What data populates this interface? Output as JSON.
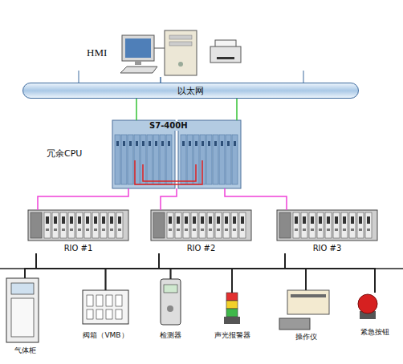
{
  "diagram": {
    "nodes": [
      {
        "text": [
          "HMI"
        ]
      },
      {
        "text": [
          "以太网"
        ]
      },
      {
        "text": [
          "S7-400H",
          "冗余CPU"
        ]
      },
      {
        "text": [
          "RIO #1"
        ]
      },
      {
        "text": [
          "RIO #2"
        ]
      },
      {
        "text": [
          "RIO #3"
        ]
      },
      {
        "text": [
          "气体柜"
        ]
      },
      {
        "text": [
          "阀箱（VMB）"
        ]
      },
      {
        "text": [
          "检测器"
        ]
      },
      {
        "text": [
          "声光报警器"
        ]
      },
      {
        "text": [
          "操作仪"
        ]
      },
      {
        "text": [
          "紧急按钮"
        ]
      }
    ],
    "edges": [
      {
        "from": 0,
        "to": 1,
        "arrow": "none"
      },
      {
        "from": 1,
        "to": 2,
        "arrow": "none"
      },
      {
        "from": 1,
        "to": 2,
        "arrow": "none"
      },
      {
        "from": 2,
        "to": 3,
        "arrow": "none"
      },
      {
        "from": 2,
        "to": 4,
        "arrow": "none"
      },
      {
        "from": 2,
        "to": 5,
        "arrow": "none"
      },
      {
        "from": 3,
        "to": 6,
        "arrow": "none"
      },
      {
        "from": 3,
        "to": 7,
        "arrow": "none"
      },
      {
        "from": 3,
        "to": 8,
        "arrow": "none"
      },
      {
        "from": 3,
        "to": 9,
        "arrow": "none"
      },
      {
        "from": 3,
        "to": 10,
        "arrow": "none"
      },
      {
        "from": 3,
        "to": 11,
        "arrow": "none"
      },
      {
        "from": 4,
        "to": 6,
        "arrow": "none"
      },
      {
        "from": 4,
        "to": 7,
        "arrow": "none"
      },
      {
        "from": 4,
        "to": 8,
        "arrow": "none"
      },
      {
        "from": 4,
        "to": 9,
        "arrow": "none"
      },
      {
        "from": 4,
        "to": 10,
        "arrow": "none"
      },
      {
        "from": 4,
        "to": 11,
        "arrow": "none"
      },
      {
        "from": 5,
        "to": 6,
        "arrow": "none"
      },
      {
        "from": 5,
        "to": 7,
        "arrow": "none"
      },
      {
        "from": 5,
        "to": 8,
        "arrow": "none"
      },
      {
        "from": 5,
        "to": 9,
        "arrow": "none"
      },
      {
        "from": 5,
        "to": 10,
        "arrow": "none"
      },
      {
        "from": 5,
        "to": 11,
        "arrow": "none"
      }
    ]
  }
}
